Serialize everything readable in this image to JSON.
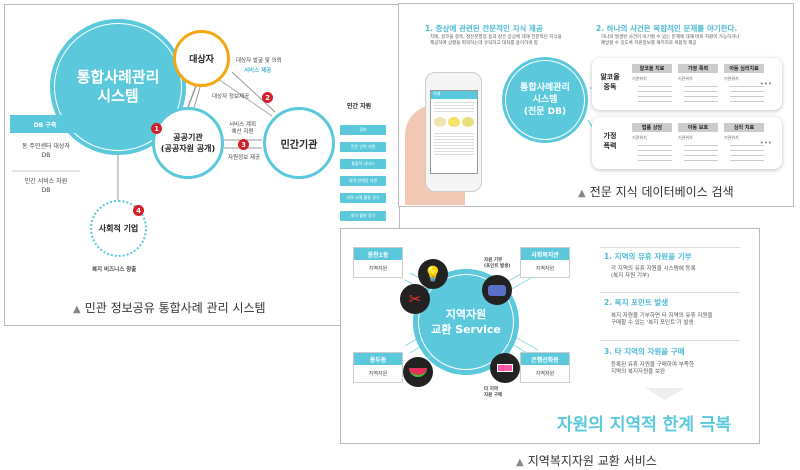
{
  "panel1": {
    "main_circle": "통합사례관리\n시스템",
    "target": "대상자",
    "public": "공공기관\n(공공자원 공개)",
    "private": "민간기관",
    "social": "사회적 기업",
    "social_sub": "복지 비즈니스 창출",
    "db_bar": "DB 구축",
    "db1": "동 주민센터 대상자\nDB",
    "db2": "민간 서비스 자원\nDB",
    "arrow1": "대상자 발굴 및 의뢰",
    "arrow1b": "서비스 제공",
    "arrow2": "대상자 정보제공",
    "arrow3": "서비스 계획\n예산 지원",
    "arrow4": "자원정보 제공",
    "badges": [
      "1",
      "2",
      "3",
      "4"
    ],
    "resources_title": "민간 자원",
    "resources": [
      "정보",
      "전문 인력 지원",
      "통합적 서비스",
      "지역 연계망 지원",
      "지역 사례 활용 정기",
      "회의 활용 정기"
    ],
    "caption": "민관 정보공유 통합사례 관리 시스템"
  },
  "panel2": {
    "title1": "1. 증상에 관련된 전문적인 지식 제공",
    "desc1": "치매, 알코올 중독, 정신분열증 등과 같은 증상에 대해 전문적인 지식을\n제공하여 상황을 파악하는데 유익하고 대처를 용이하게 함",
    "title2": "2. 하나의 사건은 복합적인 문제를 야기한다.",
    "desc2": "하나의 발생된 사건이 야기할 수 있는 문제에 대해 바로 지원이 가능하거나\n예방할 수 있도록 자원정보를 패키지로 복합적 제공",
    "circle": "통합사례관리\n시스템\n(전문 DB)",
    "phone_header": "치매",
    "cards": [
      {
        "label": "알코올\n중독",
        "cols": [
          "알코올 치료",
          "가정 폭력",
          "아동 심리치료"
        ]
      },
      {
        "label": "가정\n폭력",
        "cols": [
          "법률 상담",
          "아동 보호",
          "심리 치료"
        ]
      }
    ],
    "col_sub": "기관위치",
    "more": "•••",
    "caption": "전문 지식 데이터베이스 검색"
  },
  "panel3": {
    "circle": "지역자원\n교환 Service",
    "regions": [
      {
        "name": "응천1동",
        "sub": "지역자원"
      },
      {
        "name": "사회복지관",
        "sub": "지역자원"
      },
      {
        "name": "용두동",
        "sub": "지역자원"
      },
      {
        "name": "은행선화동",
        "sub": "지역자원"
      }
    ],
    "donate_label": "자원 기부\n(포인트 발생)",
    "buy_label": "타 지역\n자원 구매",
    "steps": [
      {
        "title": "1. 지역의 유휴 자원을 기부",
        "desc": "각 지역의 유휴 자원을 시스템에 등록\n(복지 자원 기부)"
      },
      {
        "title": "2. 복지 포인트 발생",
        "desc": "복지 자원을 기부하면 타 지역의 유휴 자원을\n구매할 수 있는 '복지 포인트'가 발생"
      },
      {
        "title": "3. 타 지역의 자원을 구매",
        "desc": "등록된 유휴 자원을 구매하여 부족한\n지역의 복지자원을 보완"
      }
    ],
    "slogan": "자원의 지역적 한계 극복",
    "caption": "지역복지자원 교환 서비스"
  },
  "colors": {
    "accent": "#5bc8dc",
    "orange": "#f3a712",
    "badge": "#d4202a"
  }
}
